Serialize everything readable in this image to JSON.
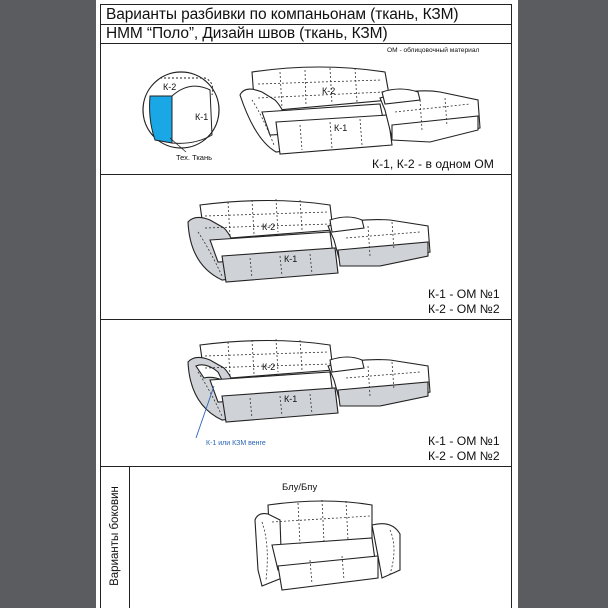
{
  "header": {
    "title_line1": "Варианты разбивки по компаньонам (ткань, КЗМ)",
    "title_line2": "НММ “Поло”, Дизайн швов (ткань, КЗМ)",
    "legend_note": "ОМ - облицовочный материал"
  },
  "section1": {
    "label_k2_inset": "К-2",
    "label_k1_inset": "К-1",
    "label_k2": "К-2",
    "label_k1": "К-1",
    "tech_fabric": "Тех. Ткань",
    "caption": "К-1, К-2 - в одном ОМ"
  },
  "section2": {
    "label_k2": "К-2",
    "label_k1": "К-1",
    "caption_line1": "К-1 - ОМ №1",
    "caption_line2": "К-2 - ОМ №2"
  },
  "section3": {
    "label_k2": "К-2",
    "label_k1": "К-1",
    "note": "К-1 или КЗМ венге",
    "caption_line1": "К-1 - ОМ №1",
    "caption_line2": "К-2 - ОМ №2"
  },
  "section4": {
    "side_title": "Варианты боковин",
    "sofa_label": "Блу/Бпу"
  },
  "colors": {
    "background": "#5a5c60",
    "sheet": "#ffffff",
    "tech_fabric_fill": "#1aa7e6",
    "shade_fill": "#cfd2d6",
    "note_blue": "#2a64b4"
  }
}
